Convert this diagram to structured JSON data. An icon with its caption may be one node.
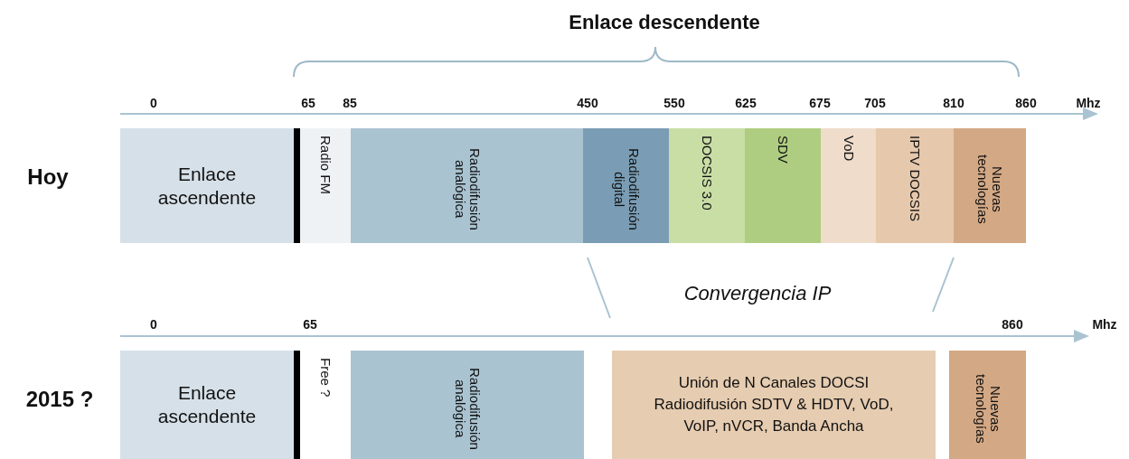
{
  "diagram": {
    "nodes": [
      {
        "text": [
          "Enlace ascendente"
        ]
      },
      {
        "text": [
          "Radio FM"
        ]
      },
      {
        "text": [
          "Radiodifusión analógica"
        ]
      },
      {
        "text": [
          "Radiodifusión digital"
        ]
      },
      {
        "text": [
          "DOCSIS 3.0"
        ]
      },
      {
        "text": [
          "SDV"
        ]
      },
      {
        "text": [
          "VoD"
        ]
      },
      {
        "text": [
          "IPTV DOCSIS"
        ]
      },
      {
        "text": [
          "Nuevas tecnologías"
        ]
      },
      {
        "text": [
          "Enlace ascendente"
        ]
      },
      {
        "text": [
          "Free ?"
        ]
      },
      {
        "text": [
          "Radiodifusión analógica"
        ]
      },
      {
        "text": [
          "Unión de N Canales DOCSI Radiodifusión SDTV & HDTV, VoD, VoIP, nVCR, Banda Ancha"
        ]
      },
      {
        "text": [
          "Nuevas tecnologías"
        ]
      }
    ],
    "labels": [
      "Enlace descendente",
      "0",
      "65",
      "85",
      "450",
      "550",
      "625",
      "675",
      "705",
      "810",
      "860",
      "Mhz",
      "Hoy",
      "Convergencia IP",
      "0",
      "65",
      "860",
      "Mhz",
      "2015 ?"
    ]
  }
}
